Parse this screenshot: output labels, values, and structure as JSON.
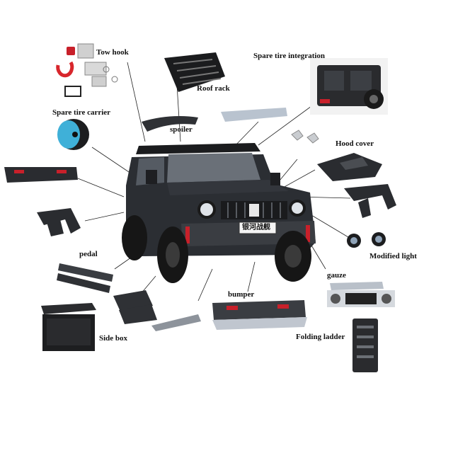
{
  "labels": {
    "tow_hook": "Tow hook",
    "roof_rack": "Roof rack",
    "spare_tire_integration": "Spare tire integration",
    "spare_tire_carrier": "Spare tire carrier",
    "spoiler": "spoiler",
    "hood_cover": "Hood cover",
    "pedal": "pedal",
    "modified_light": "Modified light",
    "gauze": "gauze",
    "bumper": "bumper",
    "side_box": "Side box",
    "folding_ladder": "Folding ladder"
  },
  "plate_text": "银河战舰",
  "colors": {
    "accent_red": "#c8202a",
    "body_dark": "#2b2e33",
    "part_gray": "#3a3d42"
  }
}
